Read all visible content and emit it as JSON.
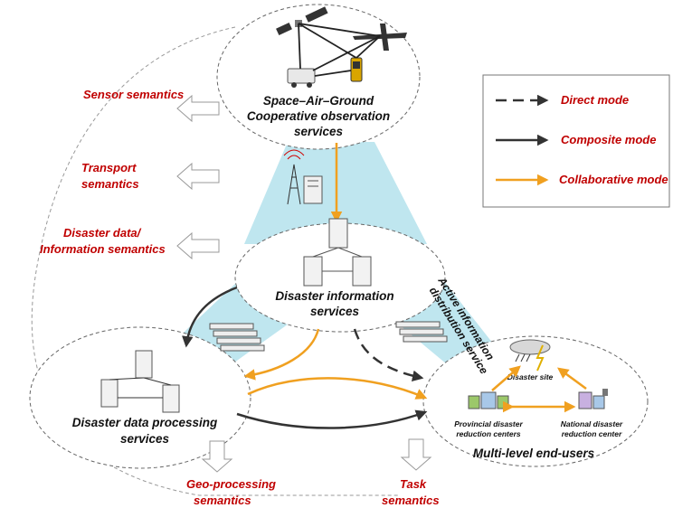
{
  "nodes": {
    "observation": [
      "Space–Air–Ground",
      "Cooperative observation",
      "services"
    ],
    "information": [
      "Disaster information",
      "services"
    ],
    "processing": [
      "Disaster data processing",
      "services"
    ],
    "end_users": "Multi-level end-users"
  },
  "semantics": {
    "sensor": [
      "Sensor semantics"
    ],
    "transport": [
      "Transport",
      "semantics"
    ],
    "disaster_data": [
      "Disaster data/",
      "Information semantics"
    ],
    "geo_processing": [
      "Geo-processing",
      "semantics"
    ],
    "task": [
      "Task",
      "semantics"
    ]
  },
  "active_service": [
    "Active information",
    "distribution service"
  ],
  "end_user_parts": {
    "disaster_site": "Disaster site",
    "provincial": [
      "Provincial disaster",
      "reduction centers"
    ],
    "national": [
      "National disaster",
      "reduction center"
    ]
  },
  "legend": {
    "direct": "Direct mode",
    "composite": "Composite mode",
    "collaborative": "Collaborative mode"
  },
  "colors": {
    "semantic_text": "#c00000",
    "collaborative_arrow": "#f0a020",
    "composite_arrow": "#333333",
    "cone_fill": "#bfe6ef"
  }
}
